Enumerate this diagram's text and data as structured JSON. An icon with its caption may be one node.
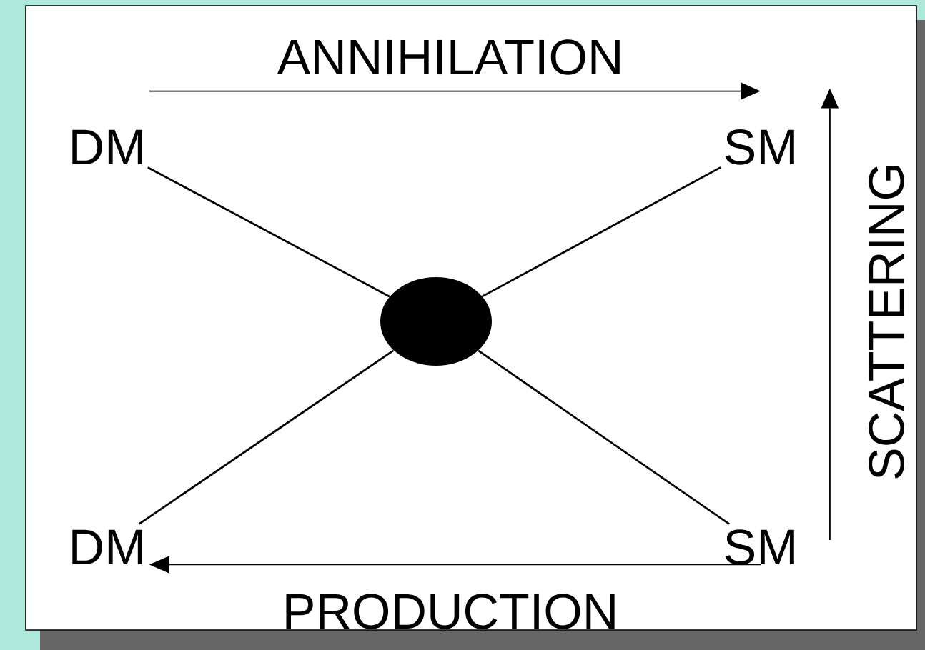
{
  "diagram": {
    "nodes": [
      {
        "text": [
          "DM"
        ]
      },
      {
        "text": [
          "SM"
        ]
      },
      {
        "text": [
          "DM"
        ]
      },
      {
        "text": [
          "SM"
        ]
      },
      {
        "text": [],
        "shape": "ellipse"
      }
    ],
    "edges": [
      {
        "from": 0,
        "to": 4,
        "arrow": "none"
      },
      {
        "from": 1,
        "to": 4,
        "arrow": "none"
      },
      {
        "from": 2,
        "to": 4,
        "arrow": "none"
      },
      {
        "from": 3,
        "to": 4,
        "arrow": "none"
      },
      {
        "from": 0,
        "to": 1,
        "arrow": "to",
        "label": "ANNIHILATION"
      },
      {
        "from": 3,
        "to": 2,
        "arrow": "to",
        "label": "PRODUCTION"
      },
      {
        "from": 3,
        "to": 1,
        "arrow": "to",
        "label": "SCATTERING"
      }
    ]
  }
}
